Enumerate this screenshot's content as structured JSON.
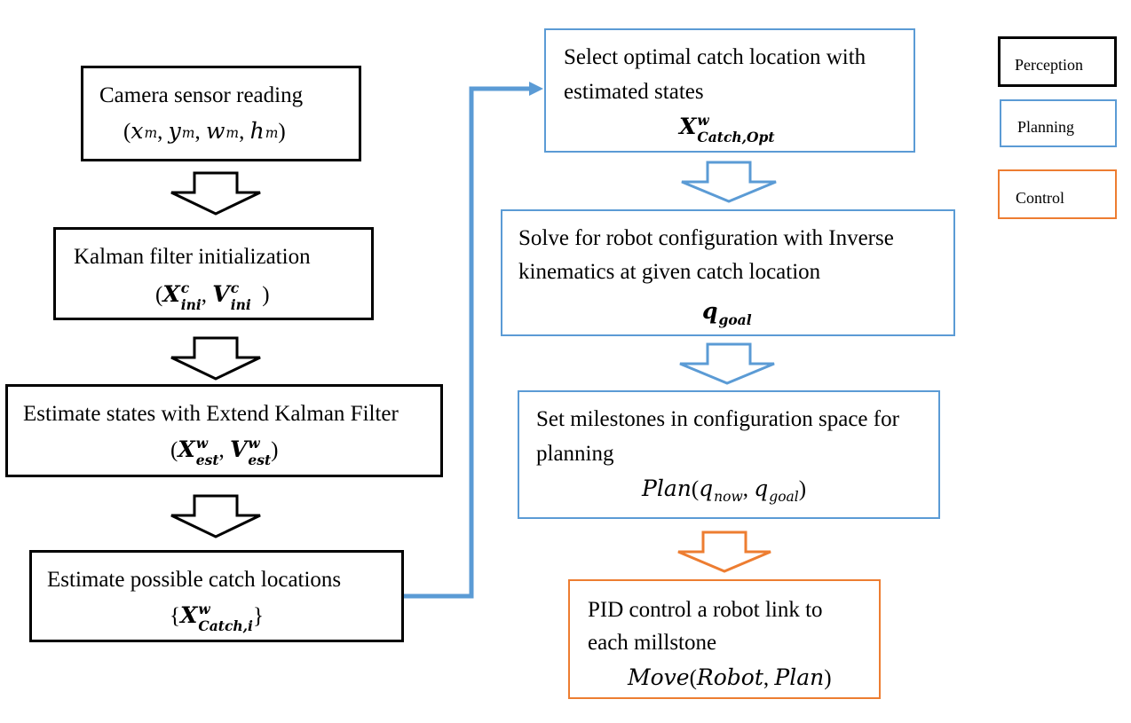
{
  "legend": {
    "perception": "Perception",
    "planning": "Planning",
    "control": "Control"
  },
  "colors": {
    "perception": "#000000",
    "planning": "#5b9bd5",
    "control": "#ed7d31"
  },
  "left_column": {
    "camera": {
      "label": "Camera sensor reading",
      "formula": "(x^m, y^m, w^m, h^m)"
    },
    "kalman_init": {
      "label": "Kalman filter initialization",
      "formula": "(X_ini^c, V_ini^c )"
    },
    "estimate_states": {
      "label": "Estimate states with Extend Kalman Filter",
      "formula": "(X_est^w, V_est^w)"
    },
    "catch_locations": {
      "label": "Estimate possible catch locations",
      "formula": "{X_Catch,i^w}"
    }
  },
  "right_column": {
    "select_optimal": {
      "line1": "Select optimal catch location with",
      "line2": "estimated states",
      "formula": "X_Catch,Opt^w"
    },
    "inverse_kinematics": {
      "line1": "Solve for robot configuration with Inverse",
      "line2": "kinematics at given catch location",
      "formula": "q_goal"
    },
    "milestones": {
      "line1": "Set milestones in configuration space for",
      "line2": "planning",
      "formula": "Plan(q_now, q_goal)"
    },
    "pid": {
      "line1": "PID control a robot link to",
      "line2": "each millstone",
      "formula": "Move(Robot, Plan)"
    }
  },
  "math": {
    "x": "x",
    "y": "y",
    "w": "w",
    "h": "h",
    "m": "m",
    "comma": ",",
    "X": "X",
    "V": "V",
    "c": "c",
    "ini": "ini",
    "est": "est",
    "catch_i": "Catch,i",
    "catch_opt": "Catch,Opt",
    "q": "q",
    "goal": "goal",
    "now": "now",
    "plan": "Plan",
    "move": "Move",
    "robot": "Robot",
    "plan_arg": "Plan",
    "lparen": "(",
    "rparen": ")",
    "lbrace": "{",
    "rbrace": "}"
  }
}
